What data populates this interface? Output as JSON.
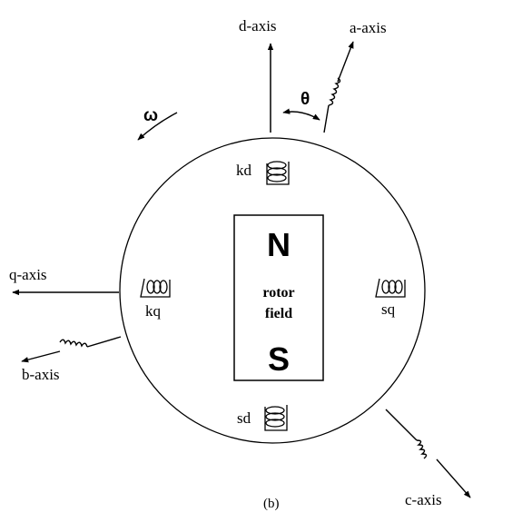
{
  "axes": {
    "d": "d-axis",
    "a": "a-axis",
    "q": "q-axis",
    "b": "b-axis",
    "c": "c-axis"
  },
  "symbols": {
    "theta": "θ",
    "omega": "ω"
  },
  "windings": {
    "kd": "kd",
    "kq": "kq",
    "sq": "sq",
    "sd": "sd"
  },
  "magnet": {
    "north": "N",
    "south": "S",
    "label_line1": "rotor",
    "label_line2": "field"
  },
  "caption": "(b)"
}
